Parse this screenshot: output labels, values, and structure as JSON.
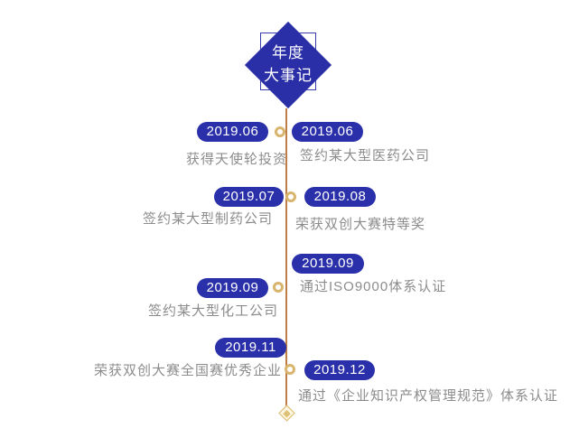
{
  "title": {
    "line1": "年度",
    "line2": "大事记"
  },
  "colors": {
    "primary_blue": "#2a2fa8",
    "badge_blue": "#2a30a9",
    "axis_brown": "#bf7e45",
    "node_gold": "#d9b46e",
    "desc_gray": "#8c8c8c"
  },
  "timeline": {
    "events": [
      {
        "date": "2019.06",
        "side": "left",
        "desc": "获得天使轮投资"
      },
      {
        "date": "2019.06",
        "side": "right",
        "desc": "签约某大型医药公司"
      },
      {
        "date": "2019.07",
        "side": "left",
        "desc": "签约某大型制药公司"
      },
      {
        "date": "2019.08",
        "side": "right",
        "desc": "荣获双创大赛特等奖"
      },
      {
        "date": "2019.09",
        "side": "right",
        "desc": "通过ISO9000体系认证"
      },
      {
        "date": "2019.09",
        "side": "left",
        "desc": "签约某大型化工公司"
      },
      {
        "date": "2019.11",
        "side": "left",
        "desc": "荣获双创大赛全国赛优秀企业"
      },
      {
        "date": "2019.12",
        "side": "right",
        "desc": "通过《企业知识产权管理规范》体系认证"
      }
    ]
  }
}
